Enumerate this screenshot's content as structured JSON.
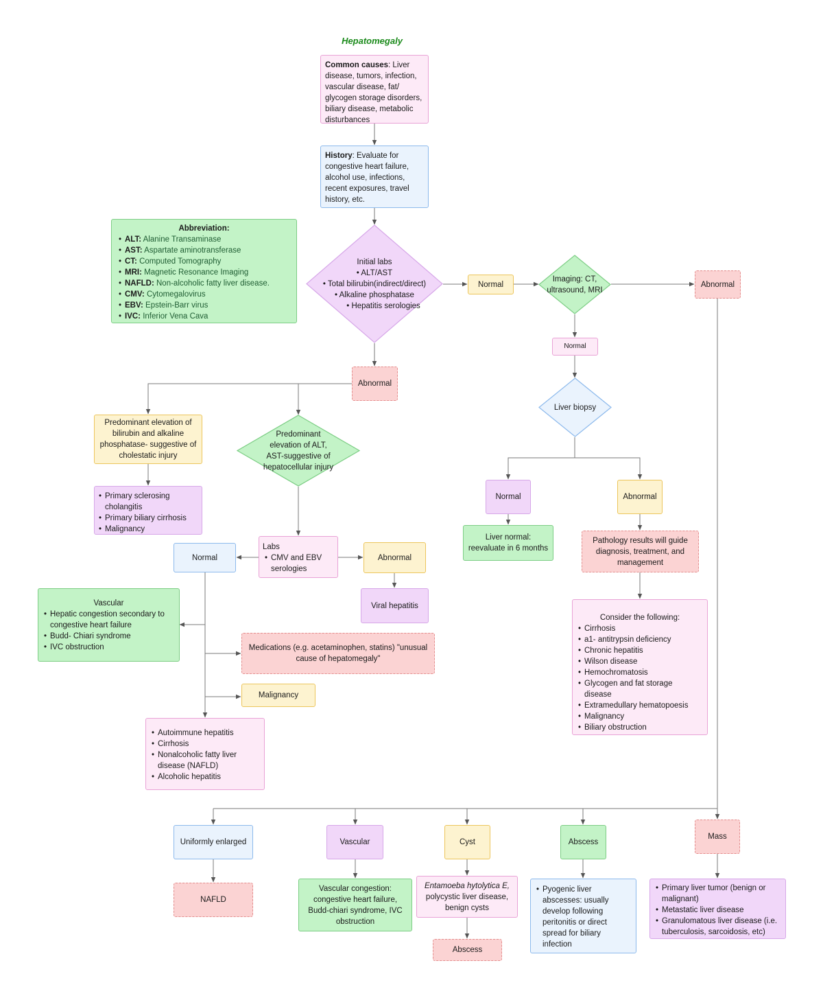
{
  "title": "Hepatomegaly",
  "common_causes": {
    "label": "Common causes",
    "text": ": Liver disease, tumors, infection, vascular disease, fat/ glycogen storage disorders, biliary disease, metabolic disturbances"
  },
  "history": {
    "label": "History",
    "text": ": Evaluate for congestive heart failure, alcohol use, infections, recent exposures, travel history, etc."
  },
  "abbreviation": {
    "heading": "Abbreviation:",
    "items": [
      {
        "abbr": "ALT:",
        "def": "Alanine Transaminase"
      },
      {
        "abbr": "AST:",
        "def": "Aspartate aminotransferase"
      },
      {
        "abbr": "CT:",
        "def": "Computed Tomography"
      },
      {
        "abbr": "MRI:",
        "def": "Magnetic Resonance Imaging"
      },
      {
        "abbr": "NAFLD:",
        "def": "Non-alcoholic fatty liver disease."
      },
      {
        "abbr": "CMV:",
        "def": "Cytomegalovirus"
      },
      {
        "abbr": "EBV:",
        "def": "Epstein-Barr virus"
      },
      {
        "abbr": "IVC:",
        "def": "Inferior Vena Cava"
      }
    ]
  },
  "initial_labs": {
    "heading": "Initial labs",
    "items": [
      "ALT/AST",
      "Total bilirubin(indirect/direct)",
      "Alkaline phosphatase",
      "Hepatitis serologies"
    ]
  },
  "labs_normal": "Normal",
  "imaging": "Imaging: CT, ultrasound, MRI",
  "imaging_abnormal": "Abnormal",
  "imaging_normal": "Normal",
  "liver_biopsy": "Liver biopsy",
  "biopsy_normal": "Normal",
  "biopsy_abnormal": "Abnormal",
  "liver_normal": "Liver normal: reevaluate in 6 months",
  "pathology": "Pathology results will guide diagnosis, treatment, and management",
  "consider": {
    "heading": "Consider the following:",
    "items": [
      "Cirrhosis",
      "a1- antitrypsin deficiency",
      "Chronic hepatitis",
      "Wilson disease",
      "Hemochromatosis",
      "Glycogen and fat storage disease",
      "Extramedullary hematopoesis",
      "Malignancy",
      "Biliary obstruction"
    ]
  },
  "labs_abnormal": "Abnormal",
  "cholestatic": "Predominant elevation of bilirubin and alkaline phosphatase- suggestive of cholestatic injury",
  "cholestatic_causes": [
    "Primary sclerosing cholangitis",
    "Primary biliary cirrhosis",
    "Malignancy"
  ],
  "hepatocellular": "Predominant elevation of ALT, AST-suggestive of hepatocellular injury",
  "labs_cmv": {
    "heading": "Labs",
    "items": [
      "CMV and EBV serologies"
    ]
  },
  "serology_normal": "Normal",
  "serology_abnormal": "Abnormal",
  "viral_hepatitis": "Viral hepatitis",
  "vascular_box": {
    "heading": "Vascular",
    "items": [
      "Hepatic congestion secondary to congestive heart failure",
      "Budd- Chiari syndrome",
      "IVC obstruction"
    ]
  },
  "medications": "Medications (e.g. acetaminophen, statins) \"unusual cause of hepatomegaly\"",
  "malignancy": "Malignancy",
  "autoimmune_list": [
    "Autoimmune hepatitis",
    "Cirrhosis",
    "Nonalcoholic fatty liver disease (NAFLD)",
    "Alcoholic hepatitis"
  ],
  "bottom": {
    "uniform": "Uniformly enlarged",
    "nafld": "NAFLD",
    "vascular": "Vascular",
    "vascular_congestion": "Vascular congestion: congestive heart failure, Budd-chiari syndrome, IVC obstruction",
    "cyst": "Cyst",
    "cyst_italic": "Entamoeba hytolytica E,",
    "cyst_rest": " polycystic liver disease, benign cysts",
    "cyst_abscess": "Abscess",
    "abscess": "Abscess",
    "pyogenic": "Pyogenic liver abscesses: usually develop following peritonitis or direct spread for biliary infection",
    "mass": "Mass",
    "mass_list": [
      "Primary liver tumor (benign or malignant)",
      "Metastatic liver disease",
      "Granulomatous liver disease (i.e. tuberculosis, sarcoidosis, etc)"
    ]
  }
}
